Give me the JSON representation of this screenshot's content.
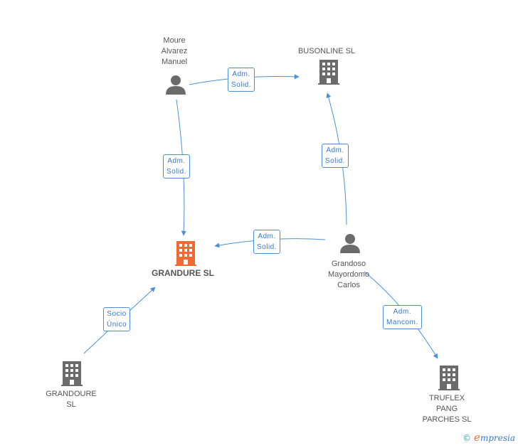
{
  "nodes": {
    "moure": {
      "label": "Moure\nAlvarez\nManuel",
      "type": "person"
    },
    "busonline": {
      "label": "BUSONLINE SL",
      "type": "company"
    },
    "grandure": {
      "label": "GRANDURE SL",
      "type": "company",
      "highlight": true
    },
    "grandoso": {
      "label": "Grandoso\nMayordomo\nCarlos",
      "type": "person"
    },
    "grandoure": {
      "label": "GRANDOURE\nSL",
      "type": "company"
    },
    "truflex": {
      "label": "TRUFLEX\nPANG\nPARCHES SL",
      "type": "company"
    }
  },
  "edges": {
    "moure_busonline": "Adm.\nSolid.",
    "moure_grandure": "Adm.\nSolid.",
    "grandoso_busonline": "Adm.\nSolid.",
    "grandoso_grandure": "Adm.\nSolid.",
    "grandoure_grandure": "Socio\nÚnico",
    "grandoso_truflex": "Adm.\nMancom."
  },
  "brand": {
    "copyright": "©",
    "initial": "e",
    "name": "mpresia"
  },
  "colors": {
    "edge": "#4a90d9",
    "icon": "#6b6b6b",
    "highlight": "#f06a35"
  }
}
